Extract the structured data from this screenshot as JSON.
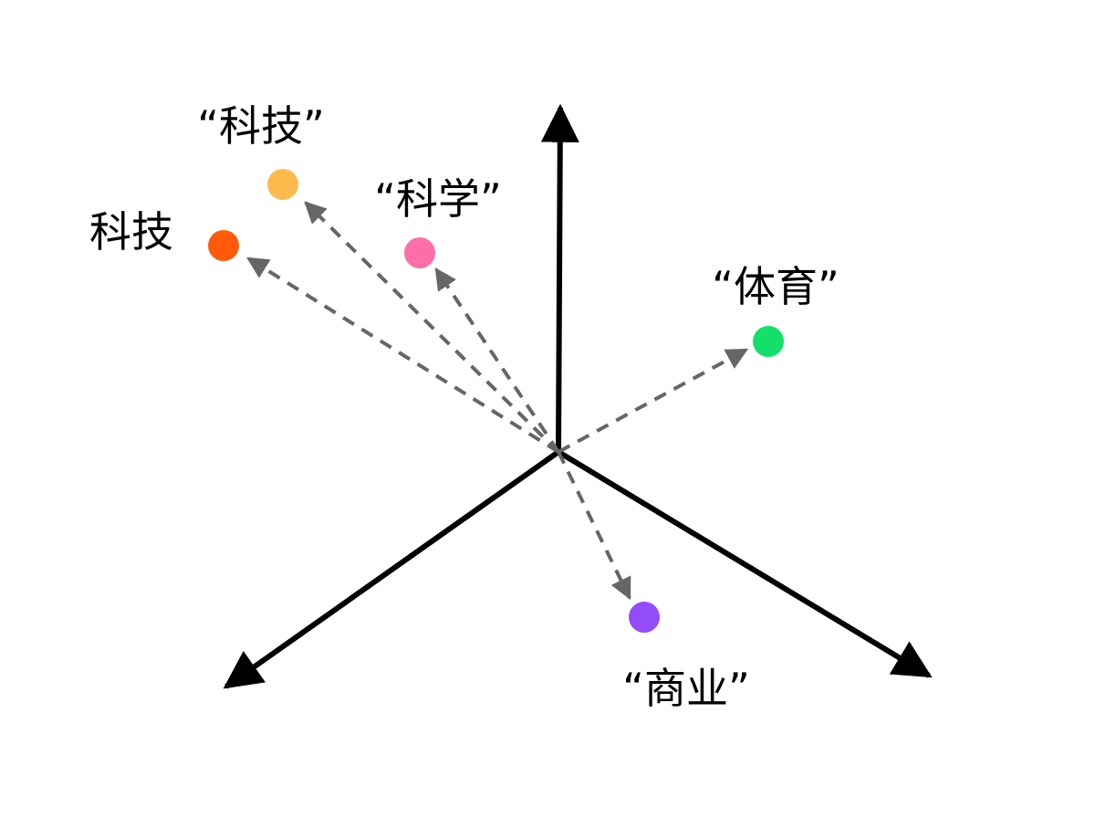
{
  "diagram": {
    "points": [
      {
        "id": "tech_quoted",
        "label": "“科技”",
        "color": "#FCBA4E"
      },
      {
        "id": "tech",
        "label": "科技",
        "color": "#FF5A0A"
      },
      {
        "id": "science",
        "label": "“科学”",
        "color": "#FF6EA6"
      },
      {
        "id": "sports",
        "label": "“体育”",
        "color": "#12E06A"
      },
      {
        "id": "business",
        "label": "“商业”",
        "color": "#944CF8"
      }
    ],
    "axis_color": "#000000",
    "vector_color": "#666666"
  }
}
